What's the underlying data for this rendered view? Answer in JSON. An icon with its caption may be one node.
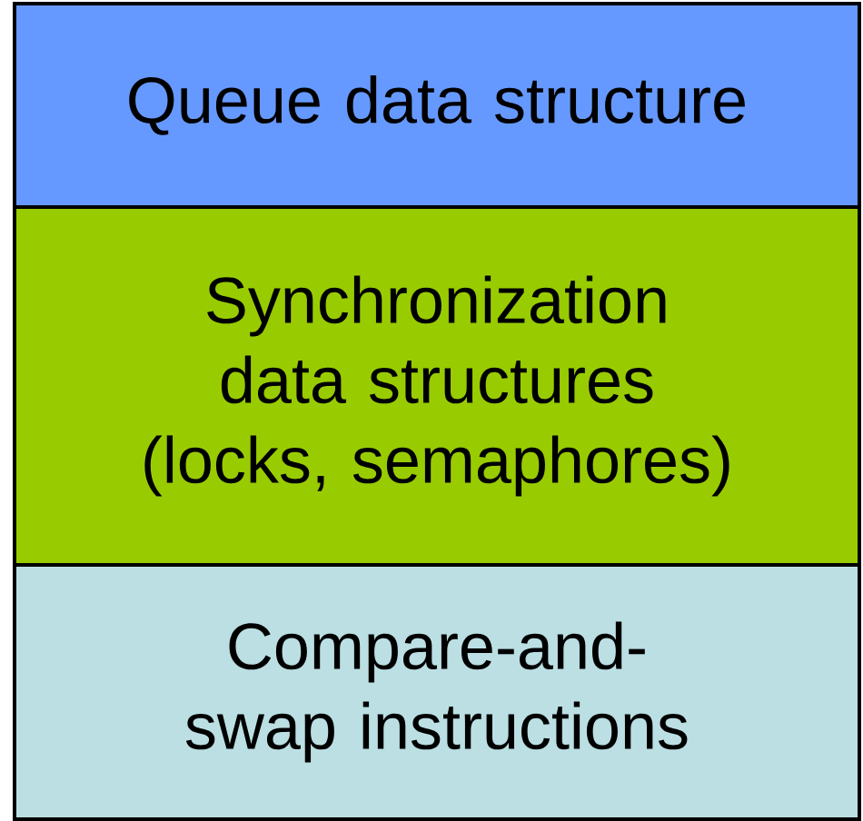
{
  "diagram": {
    "nodes": [
      {
        "text": [
          "Queue data structure"
        ]
      },
      {
        "text": [
          "Synchronization data structures (locks, semaphores)"
        ]
      },
      {
        "text": [
          "Compare-and-swap instructions"
        ]
      }
    ]
  }
}
